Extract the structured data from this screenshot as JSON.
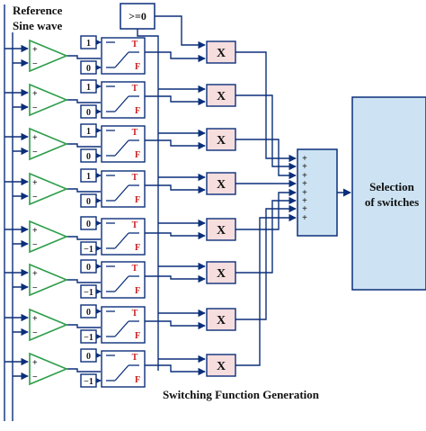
{
  "title_reference": [
    "Reference",
    "Sine wave"
  ],
  "caption": "Switching Function Generation",
  "compare_block_label": ">=0",
  "selection_block_label": [
    "Selection",
    "of switches"
  ],
  "switch_true_label": "T",
  "switch_false_label": "F",
  "multiplier_label": "X",
  "comparator_plus": "+",
  "comparator_minus": "−",
  "sum_input_sign": "+",
  "channels": [
    {
      "const_true": "1",
      "const_false": "0"
    },
    {
      "const_true": "1",
      "const_false": "0"
    },
    {
      "const_true": "1",
      "const_false": "0"
    },
    {
      "const_true": "1",
      "const_false": "0"
    },
    {
      "const_true": "0",
      "const_false": "−1"
    },
    {
      "const_true": "0",
      "const_false": "−1"
    },
    {
      "const_true": "0",
      "const_false": "−1"
    },
    {
      "const_true": "0",
      "const_false": "−1"
    }
  ],
  "colors": {
    "wire": "#0b2f7a",
    "block_border": "#0b2f7a",
    "comparator": "#2e9e4a",
    "multiplier_fill": "#f7dede",
    "sum_fill": "#cde3f3",
    "selection_fill": "#cde3f3",
    "const_true_color": "#1a1a1a",
    "const_false_color": "#1a1a1a",
    "switch_letter_color": "#c81e1e",
    "text": "#111111"
  }
}
